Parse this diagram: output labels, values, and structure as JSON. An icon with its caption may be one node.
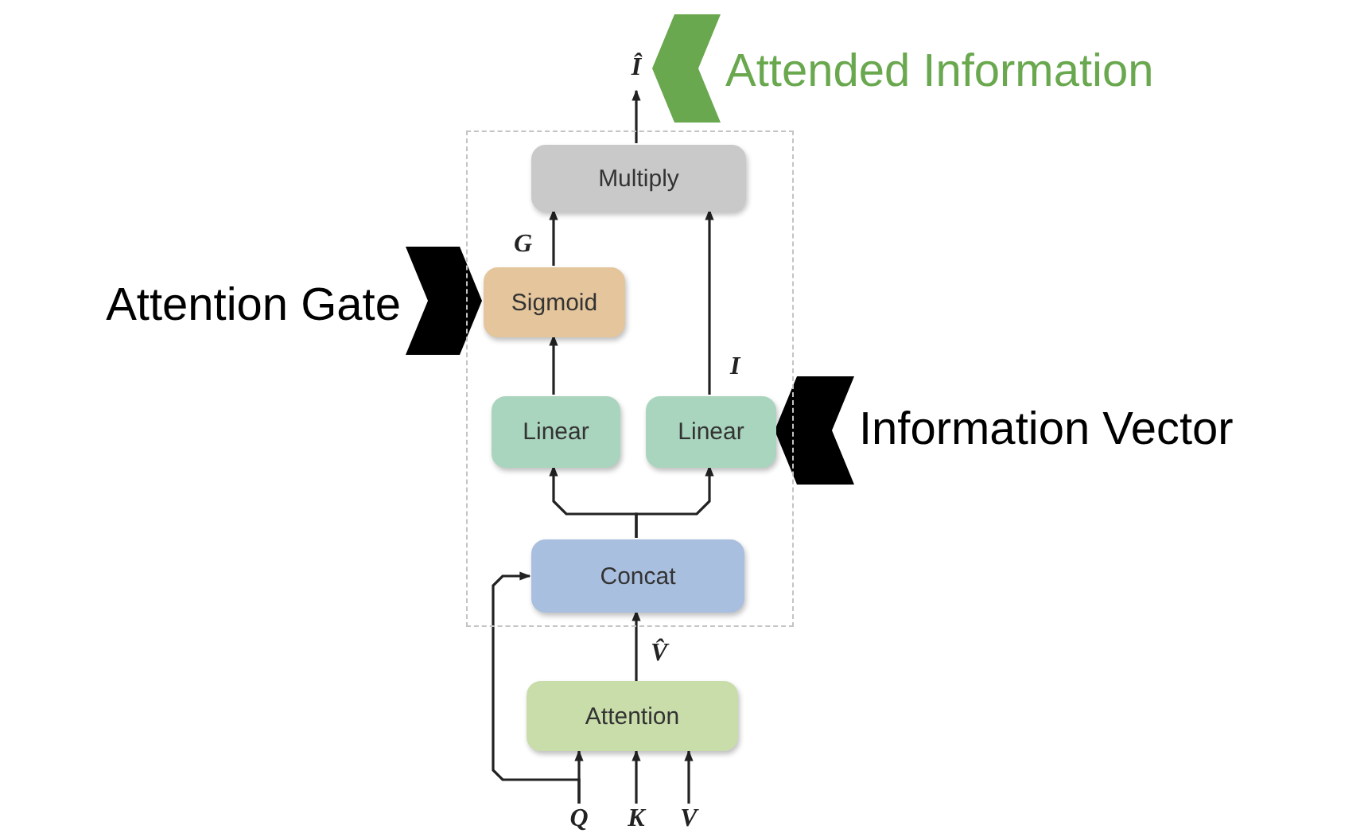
{
  "diagram": {
    "nodes": [
      {
        "text": [],
        "shape": "box"
      },
      {
        "text": [
          "Multiply"
        ],
        "in": 0
      },
      {
        "text": [
          "Sigmoid"
        ],
        "in": 0
      },
      {
        "text": [
          "Linear"
        ],
        "in": 0
      },
      {
        "text": [
          "Linear"
        ],
        "in": 0
      },
      {
        "text": [
          "Concat"
        ],
        "in": 0
      },
      {
        "text": [
          "Attention"
        ]
      },
      {
        "text": [
          "Î"
        ]
      },
      {
        "text": [
          "Q"
        ]
      },
      {
        "text": [
          "K"
        ]
      },
      {
        "text": [
          "V"
        ]
      },
      {
        "text": [
          "Attended Information"
        ]
      },
      {
        "text": [
          "Attention Gate"
        ]
      },
      {
        "text": [
          "Information Vector"
        ]
      }
    ],
    "edges": [
      {
        "from": 1,
        "to": 7,
        "arrow": "to"
      },
      {
        "from": 2,
        "to": 1,
        "arrow": "to",
        "label": "G"
      },
      {
        "from": 4,
        "to": 1,
        "arrow": "to",
        "label": "I"
      },
      {
        "from": 3,
        "to": 2,
        "arrow": "to"
      },
      {
        "from": 5,
        "to": 3,
        "arrow": "to"
      },
      {
        "from": 5,
        "to": 4,
        "arrow": "to"
      },
      {
        "from": 6,
        "to": 5,
        "arrow": "to",
        "label": "V̂"
      },
      {
        "from": 8,
        "to": 6,
        "arrow": "to"
      },
      {
        "from": 9,
        "to": 6,
        "arrow": "to"
      },
      {
        "from": 10,
        "to": 6,
        "arrow": "to"
      },
      {
        "from": 8,
        "to": 5,
        "arrow": "to"
      },
      {
        "from": 11,
        "to": 7,
        "arrow": "to",
        "style": "thick",
        "color": "#6aa84f"
      },
      {
        "from": 12,
        "to": 2,
        "arrow": "to",
        "style": "thick"
      },
      {
        "from": 13,
        "to": 4,
        "arrow": "to",
        "style": "thick"
      }
    ]
  }
}
